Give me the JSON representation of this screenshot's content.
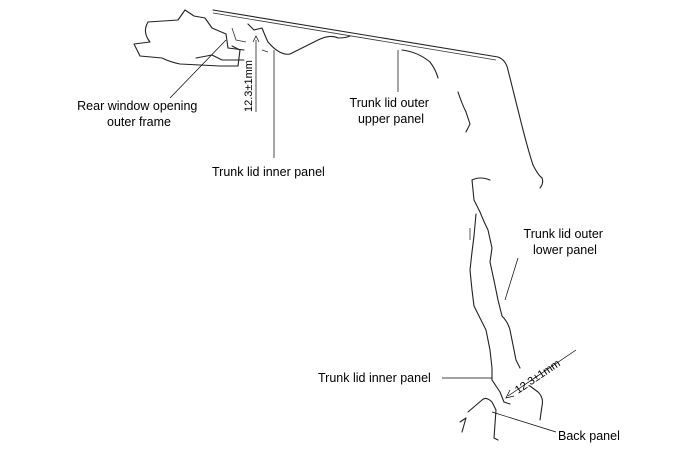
{
  "labels": {
    "rear_window_opening_outer_frame": [
      "Rear window opening",
      "outer frame"
    ],
    "trunk_lid_outer_upper_panel": [
      "Trunk lid outer",
      "upper panel"
    ],
    "trunk_lid_inner_panel_top": "Trunk lid inner panel",
    "trunk_lid_outer_lower_panel": [
      "Trunk lid outer",
      "lower panel"
    ],
    "trunk_lid_inner_panel_bottom": "Trunk lid inner panel",
    "back_panel": "Back panel"
  },
  "dimensions": {
    "upper_gap": "12.3±1mm",
    "lower_gap": "12.3±1mm"
  }
}
